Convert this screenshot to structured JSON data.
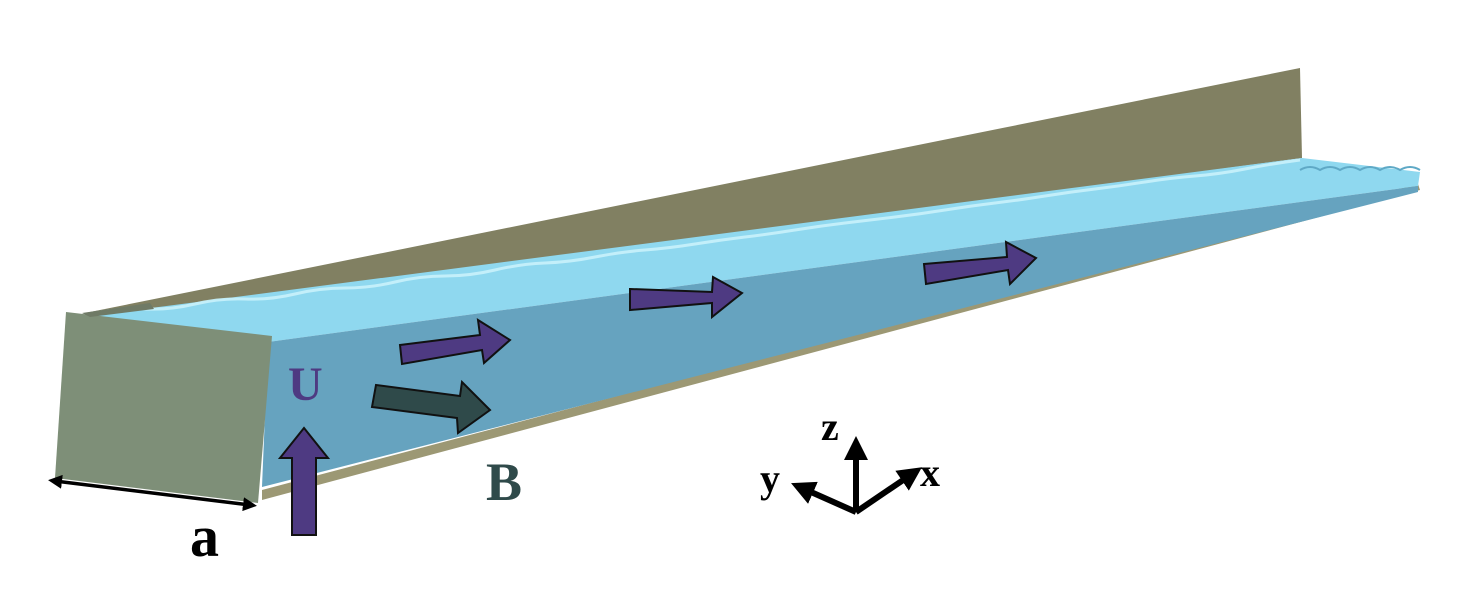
{
  "labels": {
    "velocity": "U",
    "magnetic_field": "B",
    "width": "a",
    "axis_x": "x",
    "axis_y": "y",
    "axis_z": "z"
  },
  "colors": {
    "channel_wall": "#818062",
    "end_cap": "#7e8f78",
    "water_side": "#66a3bf",
    "water_top": "#8fd8ef",
    "flow_arrow": "#4e3a82",
    "field_arrow": "#2f4a4a",
    "velocity_label": "#4e3a82",
    "field_label": "#2f4a4a",
    "ink": "#000000"
  },
  "icons": {
    "flow": "flow-arrow-icon",
    "field": "field-arrow-icon",
    "axes": "axis-triad-icon"
  }
}
